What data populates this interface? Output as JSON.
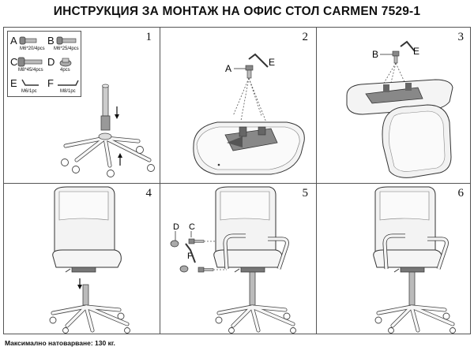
{
  "title": "ИНСТРУКЦИЯ ЗА МОНТАЖ НА ОФИС СТОЛ CARMEN 7529-1",
  "panels": [
    {
      "number": "1"
    },
    {
      "number": "2"
    },
    {
      "number": "3"
    },
    {
      "number": "4"
    },
    {
      "number": "5"
    },
    {
      "number": "6"
    }
  ],
  "legend": [
    {
      "letter": "A",
      "spec": "M6*20/4pcs",
      "icon": "bolt-icon"
    },
    {
      "letter": "B",
      "spec": "M6*25/4pcs",
      "icon": "bolt-icon"
    },
    {
      "letter": "C",
      "spec": "M8*45/4pcs",
      "icon": "bolt-icon"
    },
    {
      "letter": "D",
      "spec": "4pcs",
      "icon": "washer-icon"
    },
    {
      "letter": "E",
      "spec": "M6/1pc",
      "icon": "allen-key-icon"
    },
    {
      "letter": "F",
      "spec": "M8/1pc",
      "icon": "allen-key-icon"
    }
  ],
  "callouts": {
    "p2_a": "A",
    "p2_e": "E",
    "p3_b": "B",
    "p3_e": "E",
    "p5_d": "D",
    "p5_c": "C",
    "p5_f": "F"
  },
  "footnote": "Максимално натоварване: 130 кг."
}
